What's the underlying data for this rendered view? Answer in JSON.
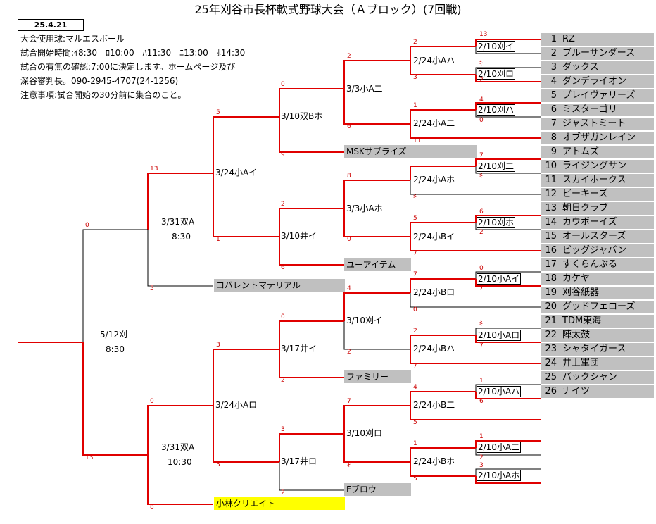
{
  "title": "25年刈谷市長杯軟式野球大会（Ａブロック）(7回戦)",
  "date_box": "25.4.21",
  "info_lines": [
    "大会使用球:マルエスボール",
    "試合開始時間:ｲ8:30　ﾛ10:00　ﾊ11:30　ﾆ13:00　ﾎ14:30",
    "試合の有無の確認:7:00に決定します。ホームページ及び",
    "深谷審判長。090-2945-4707(24-1256)",
    "注意事項:試合開始の30分前に集合のこと。"
  ],
  "teams": [
    {
      "num": "1",
      "name": "RZ"
    },
    {
      "num": "2",
      "name": "ブルーサンダース"
    },
    {
      "num": "3",
      "name": "ダックス"
    },
    {
      "num": "4",
      "name": "ダンデライオン"
    },
    {
      "num": "5",
      "name": "ブレイヴァリーズ"
    },
    {
      "num": "6",
      "name": "ミスターゴリ"
    },
    {
      "num": "7",
      "name": "ジャストミート"
    },
    {
      "num": "8",
      "name": "オブザガンレイン"
    },
    {
      "num": "9",
      "name": "アトムズ"
    },
    {
      "num": "10",
      "name": "ライジングサン"
    },
    {
      "num": "11",
      "name": "スカイホークス"
    },
    {
      "num": "12",
      "name": "ビーキーズ"
    },
    {
      "num": "13",
      "name": "朝日クラブ"
    },
    {
      "num": "14",
      "name": "カウボーイズ"
    },
    {
      "num": "15",
      "name": "オールスターズ"
    },
    {
      "num": "16",
      "name": "ビッグジャバン"
    },
    {
      "num": "17",
      "name": "すくらんぶる"
    },
    {
      "num": "18",
      "name": "カケヤ"
    },
    {
      "num": "19",
      "name": "刈谷紙器"
    },
    {
      "num": "20",
      "name": "グッドフェローズ"
    },
    {
      "num": "21",
      "name": "TDM東海"
    },
    {
      "num": "22",
      "name": "陣太鼓"
    },
    {
      "num": "23",
      "name": "シャタイガース"
    },
    {
      "num": "24",
      "name": "井上軍団"
    },
    {
      "num": "25",
      "name": "バックシャン"
    },
    {
      "num": "26",
      "name": "ナイツ"
    }
  ],
  "bye_teams": {
    "msk": "MSKサプライズ",
    "uaitem": "ユーアイテム",
    "kobalent": "コバレントマテリアル",
    "family": "ファミリー",
    "fbrow": "Fブロウ",
    "kobayashi": "小林クリエイト"
  },
  "games": {
    "r1_a": "2/10刈イ",
    "r1_b": "2/10刈ロ",
    "r1_c": "2/10刈ハ",
    "r1_d": "2/10刈二",
    "r1_e": "2/10刈ホ",
    "r1_f": "2/10小Aイ",
    "r1_g": "2/10小Aロ",
    "r1_h": "2/10小Aハ",
    "r1_i": "2/10小A二",
    "r1_j": "2/10小Aホ",
    "r2_a": "2/24小Aハ",
    "r2_b": "2/24小A二",
    "r2_c": "2/24小Aホ",
    "r2_d": "2/24小Bイ",
    "r2_e": "2/24小Bロ",
    "r2_f": "2/24小Bハ",
    "r2_g": "2/24小B二",
    "r2_h": "2/24小Bホ",
    "r3_a": "3/3小A二",
    "r3_b": "3/3小Aホ",
    "r3_c": "3/10刈イ",
    "r3_d": "3/10刈ロ",
    "r4_a": "3/10双Bホ",
    "r4_b": "3/10井イ",
    "r4_c": "3/17井イ",
    "r4_d": "3/17井ロ",
    "r5_a": "3/24小Aイ",
    "r5_b": "3/24小Aロ",
    "r6_a_date": "3/31双A",
    "r6_a_time": "8:30",
    "r6_b_date": "3/31双A",
    "r6_b_time": "10:30",
    "final_date": "5/12刈",
    "final_time": "8:30"
  },
  "scores": {
    "s1": "13",
    "s2": "2",
    "s3": "3",
    "s4": "5",
    "s5": "4",
    "s6": "0",
    "s7": "7",
    "s8": "7",
    "s9": "6",
    "s10": "2",
    "s11": "0",
    "s12": "7",
    "s13": "4",
    "s14": "6",
    "s15": "1",
    "s16": "2",
    "s17": "3",
    "s18": "5",
    "s19": "2",
    "s20": "3",
    "s21": "1",
    "s22": "11",
    "s23": "8",
    "s24": "5",
    "s25": "7",
    "s26": "7",
    "s27": "0",
    "s28": "2",
    "s29": "7",
    "s30": "1",
    "s31": "5",
    "s32": "0",
    "s33": "0",
    "s34": "6",
    "s35": "2",
    "s36": "0",
    "s37": "2",
    "s38": "4",
    "s39": "0",
    "s40": "0",
    "s41": "2",
    "s42": "9",
    "s43": "0",
    "s44": "6",
    "s45": "7",
    "s46": "3",
    "s47": "2",
    "s48": "3",
    "s49": "1",
    "s50": "2",
    "s51": "1",
    "s52": "13",
    "s53": "5",
    "s54": "0",
    "s55": "13",
    "s56": "8"
  },
  "marks": {
    "fusen": "ｷ"
  },
  "colors": {
    "winner_line": "#e00000",
    "loser_line": "#000000",
    "bye_fill": "#c0c0c0",
    "highlight": "#ffff00"
  }
}
